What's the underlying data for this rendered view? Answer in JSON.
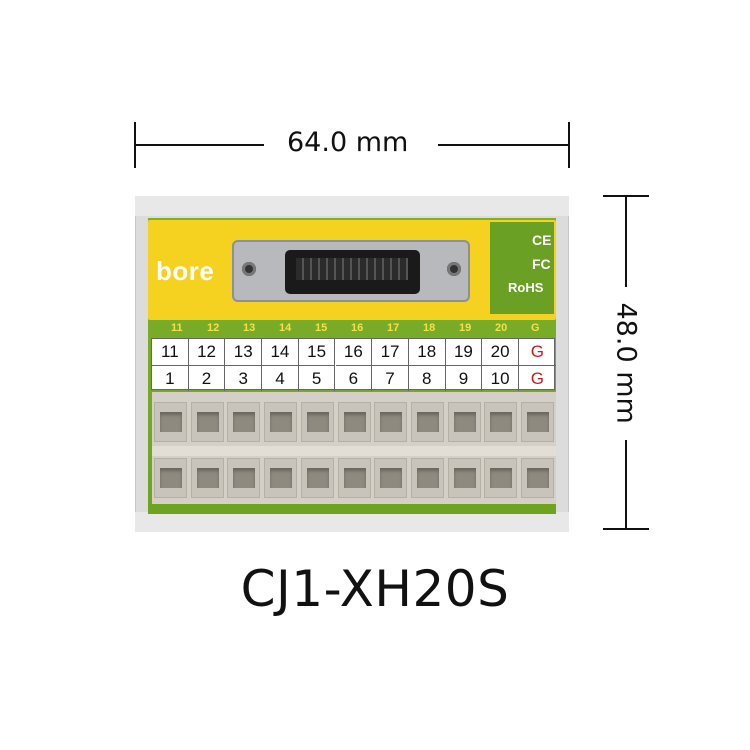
{
  "dimensions": {
    "width_label": "64.0 mm",
    "height_label": "48.0 mm"
  },
  "board": {
    "brand": "bore",
    "certifications": [
      "CE",
      "FC",
      "RoHS"
    ],
    "silk_labels": [
      "11",
      "12",
      "13",
      "14",
      "15",
      "16",
      "17",
      "18",
      "19",
      "20",
      "G"
    ],
    "table_row_top": [
      "11",
      "12",
      "13",
      "14",
      "15",
      "16",
      "17",
      "18",
      "19",
      "20",
      "G"
    ],
    "table_row_bottom": [
      "1",
      "2",
      "3",
      "4",
      "5",
      "6",
      "7",
      "8",
      "9",
      "10",
      "G"
    ],
    "ground_color": "#d01818",
    "pcb_color": "#6ea322",
    "yellow_color": "#f4d21f"
  },
  "product_name": "CJ1-XH20S"
}
